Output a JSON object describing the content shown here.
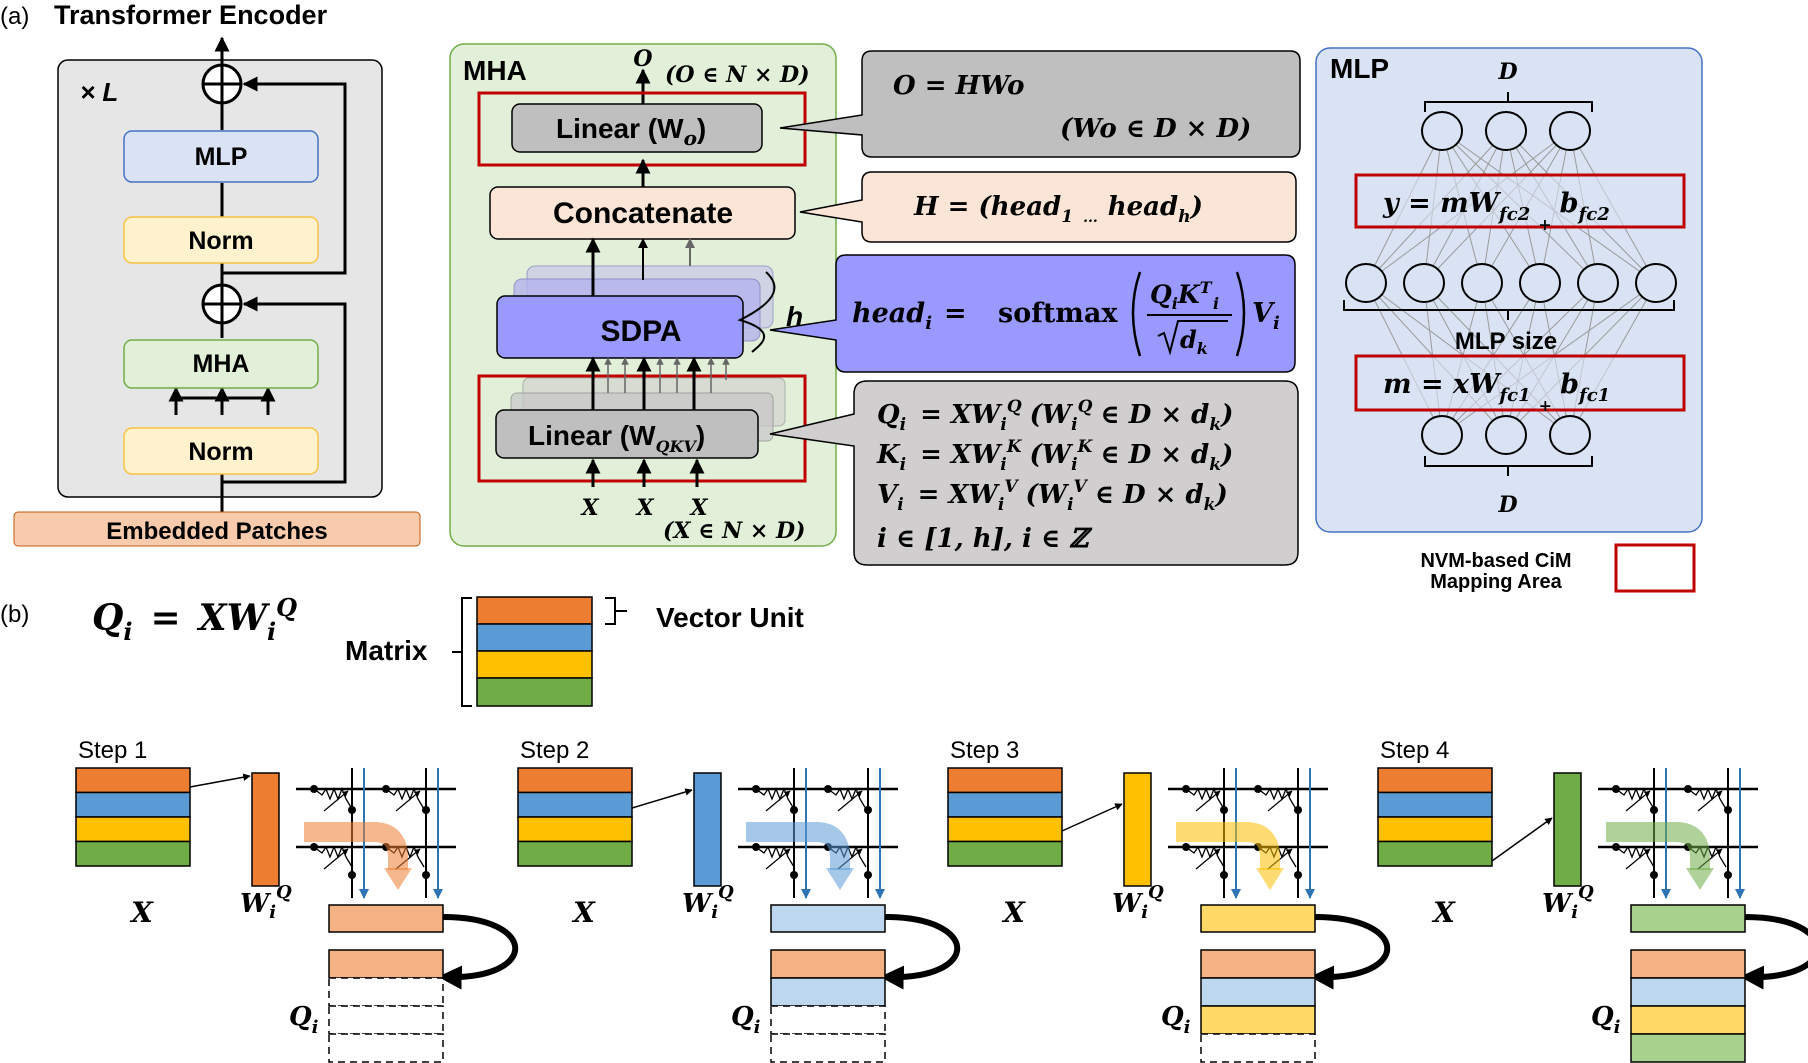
{
  "panel_a": {
    "label": "(a)",
    "title": "Transformer Encoder",
    "repeat": "× L",
    "encoder_blocks": {
      "mlp": "MLP",
      "norm_top": "Norm",
      "mha": "MHA",
      "norm_bottom": "Norm"
    },
    "embedded": "Embedded Patches",
    "mha_box": {
      "title": "MHA",
      "output": "O",
      "output_dim": "(O ∈ N × D)",
      "linear_o": "Linear (W",
      "linear_o_sub": "o",
      "concat": "Concatenate",
      "sdpa": "SDPA",
      "h": "h",
      "linear_qkv": "Linear (W",
      "linear_qkv_sub": "QKV",
      "inputs": [
        "X",
        "X",
        "X"
      ],
      "input_dim": "(X ∈ N × D)"
    },
    "eq_o": {
      "line1": "O  =  HWo",
      "line2": "(Wo ∈ D × D)"
    },
    "eq_h": {
      "lhs": "H  =  (head",
      "sub1": "1",
      "dots": "...",
      "mid": "head",
      "subh": "h",
      "rhs": ")"
    },
    "eq_head": {
      "lhs": "head",
      "lhs_sub": "i",
      "eq": "=",
      "fn": "softmax",
      "num": "Q",
      "num_sub": "i",
      "num_k": "K",
      "num_sup": "T",
      "num_k_sub": "i",
      "den": "d",
      "den_sub": "k",
      "tail": "V",
      "tail_sub": "i"
    },
    "eq_qkv": [
      {
        "l": "Q",
        "expr": "= XW",
        "sup": "Q",
        "paren": "(W",
        "psup": "Q",
        "end": "∈ D × d"
      },
      {
        "l": "K",
        "expr": "= XW",
        "sup": "K",
        "paren": "(W",
        "psup": "K",
        "end": "∈ D × d"
      },
      {
        "l": "V",
        "expr": "= XW",
        "sup": "V",
        "paren": "(W",
        "psup": "V",
        "end": "∈ D × d"
      }
    ],
    "eq_range": "i ∈ [1, h], i ∈ ℤ",
    "mlp_box": {
      "title": "MLP",
      "d_top": "D",
      "d_bottom": "D",
      "size": "MLP size",
      "eq_y": {
        "a": "y  =  mW",
        "sub": "fc2",
        "plus": "+",
        "b": "b",
        "bsub": "fc2"
      },
      "eq_m": {
        "a": "m  =  xW",
        "sub": "fc1",
        "plus": "+",
        "b": "b",
        "bsub": "fc1"
      }
    },
    "legend": {
      "line1": "NVM-based CiM",
      "line2": "Mapping Area"
    }
  },
  "panel_b": {
    "label": "(b)",
    "equation": {
      "l": "Q",
      "sub": "i",
      "eq": "=",
      "r": "XW",
      "rsub": "i",
      "sup": "Q"
    },
    "matrix_label": "Matrix",
    "vector_unit_label": "Vector Unit",
    "steps": [
      {
        "label": "Step 1",
        "x": "X",
        "w": "W",
        "wsub": "i",
        "wsup": "Q",
        "q": "Q",
        "qsub": "i"
      },
      {
        "label": "Step 2",
        "x": "X",
        "w": "W",
        "wsub": "i",
        "wsup": "Q",
        "q": "Q",
        "qsub": "i"
      },
      {
        "label": "Step 3",
        "x": "X",
        "w": "W",
        "wsub": "i",
        "wsup": "Q",
        "q": "Q",
        "qsub": "i"
      },
      {
        "label": "Step 4",
        "x": "X",
        "w": "W",
        "wsub": "i",
        "wsup": "Q",
        "q": "Q",
        "qsub": "i"
      }
    ]
  },
  "colors": {
    "orange": "#ED7D31",
    "blue": "#5B9BD5",
    "yellow": "#FFC000",
    "green": "#70AD47",
    "orange_light": "#F4B183",
    "blue_light": "#BDD7EE",
    "yellow_light": "#FFD966",
    "green_light": "#A9D18E",
    "cim_red": "#C00000",
    "sdpa": "#9999FF",
    "mlp_bg": "#DAE3F3",
    "mha_bg": "#E2F0D9"
  }
}
